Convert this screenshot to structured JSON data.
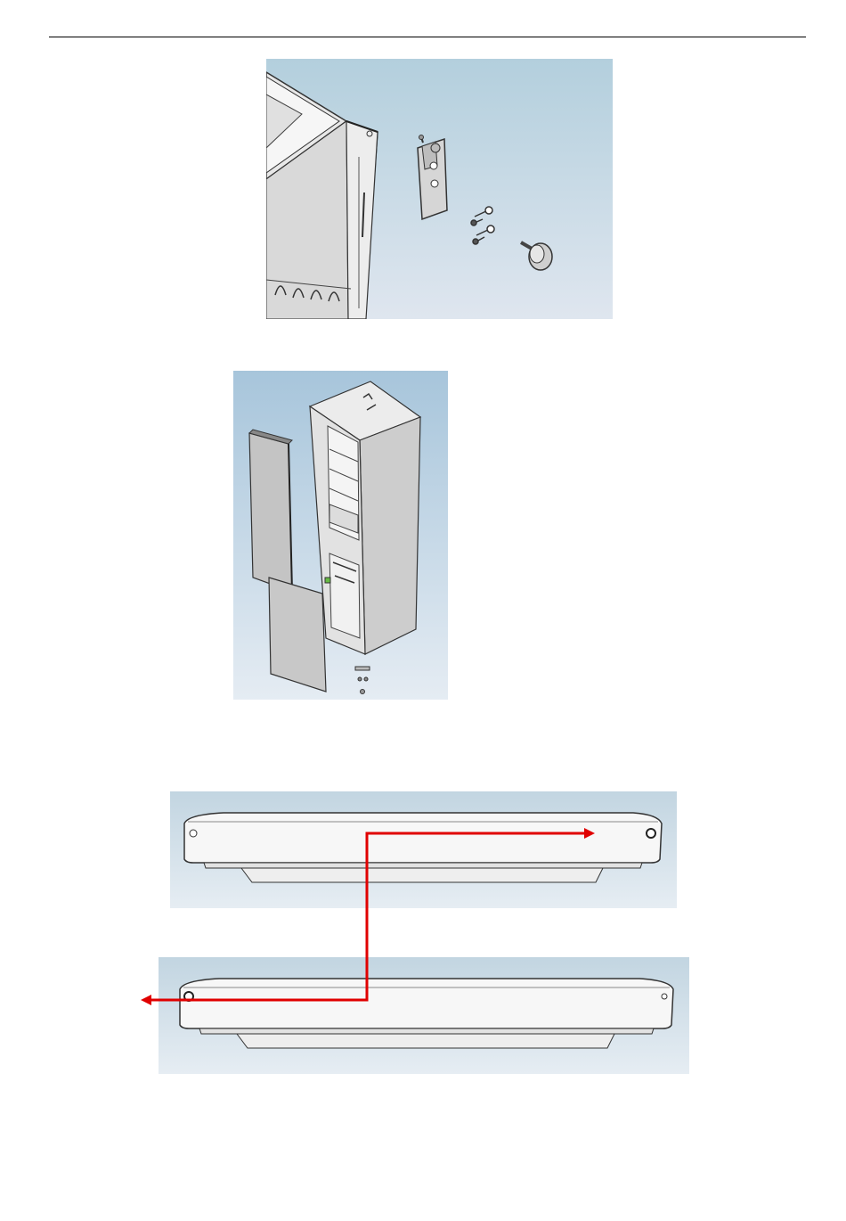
{
  "page": {
    "header_rule": true
  },
  "figures": [
    {
      "name": "hinge-assembly-exploded-view",
      "bg_top": "#b6d0de",
      "bg_bottom": "#dde5ee"
    },
    {
      "name": "fridge-door-removal-view",
      "bg_top": "#a8c6dc",
      "bg_bottom": "#e4ebf2"
    },
    {
      "name": "door-top-edge-before",
      "bg_top": "#c3d6e2",
      "bg_bottom": "#e6edf3"
    },
    {
      "name": "door-top-edge-after",
      "bg_top": "#c3d6e2",
      "bg_bottom": "#e6edf3"
    }
  ],
  "colors": {
    "arrow": "#e00000",
    "outline": "#333333",
    "metal": "#d8d8d8",
    "panel": "#c8c8c8"
  },
  "icons": {
    "arrow": "red-transfer-arrow-icon",
    "screw": "screw-icon",
    "knob": "adjustable-foot-icon"
  }
}
